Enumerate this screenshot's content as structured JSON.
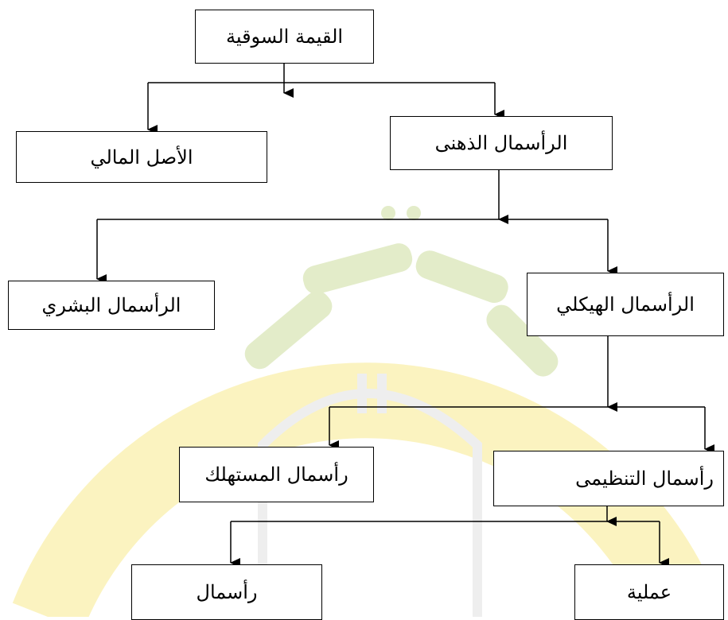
{
  "diagram": {
    "nodes": {
      "market_value": "القيمة السوقية",
      "financial_asset": "الأصل المالي",
      "intellectual_capital": "الرأسمال الذهنى",
      "human_capital": "الرأسمال البشري",
      "structural_capital": "الرأسمال الهيكلي",
      "customer_capital": "رأسمال المستهلك",
      "organizational_capital": "رأسمال التنظيمى",
      "capital": "رأسمال",
      "process": "عملية"
    },
    "edges": [
      [
        "market_value",
        "financial_asset"
      ],
      [
        "market_value",
        "intellectual_capital"
      ],
      [
        "intellectual_capital",
        "human_capital"
      ],
      [
        "intellectual_capital",
        "structural_capital"
      ],
      [
        "structural_capital",
        "customer_capital"
      ],
      [
        "structural_capital",
        "organizational_capital"
      ],
      [
        "organizational_capital",
        "capital"
      ],
      [
        "organizational_capital",
        "process"
      ]
    ]
  },
  "colors": {
    "line": "#000000",
    "watermark_yellow": "#fbf3c0",
    "watermark_green": "#e3ecc9"
  },
  "icons": {
    "watermark": "university-logo-watermark"
  }
}
